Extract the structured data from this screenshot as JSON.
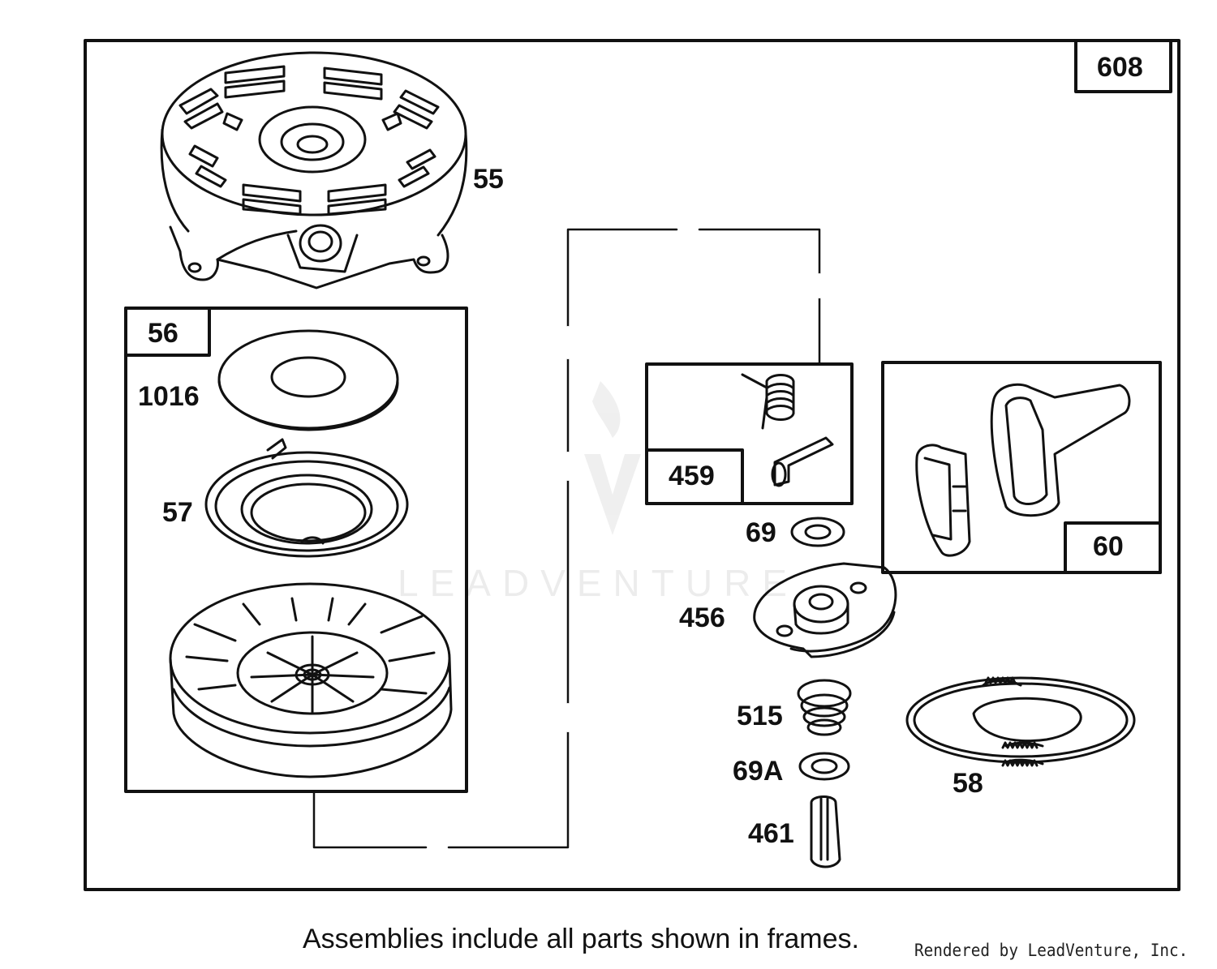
{
  "callouts": {
    "c608": "608",
    "c55": "55",
    "c56": "56",
    "c1016": "1016",
    "c57": "57",
    "c459": "459",
    "c60": "60",
    "c69": "69",
    "c456": "456",
    "c515": "515",
    "c69a": "69A",
    "c461": "461",
    "c58": "58"
  },
  "watermark": "LEADVENTURE",
  "footer": {
    "note": "Assemblies include all parts shown in frames.",
    "credit": "Rendered by LeadVenture, Inc."
  }
}
